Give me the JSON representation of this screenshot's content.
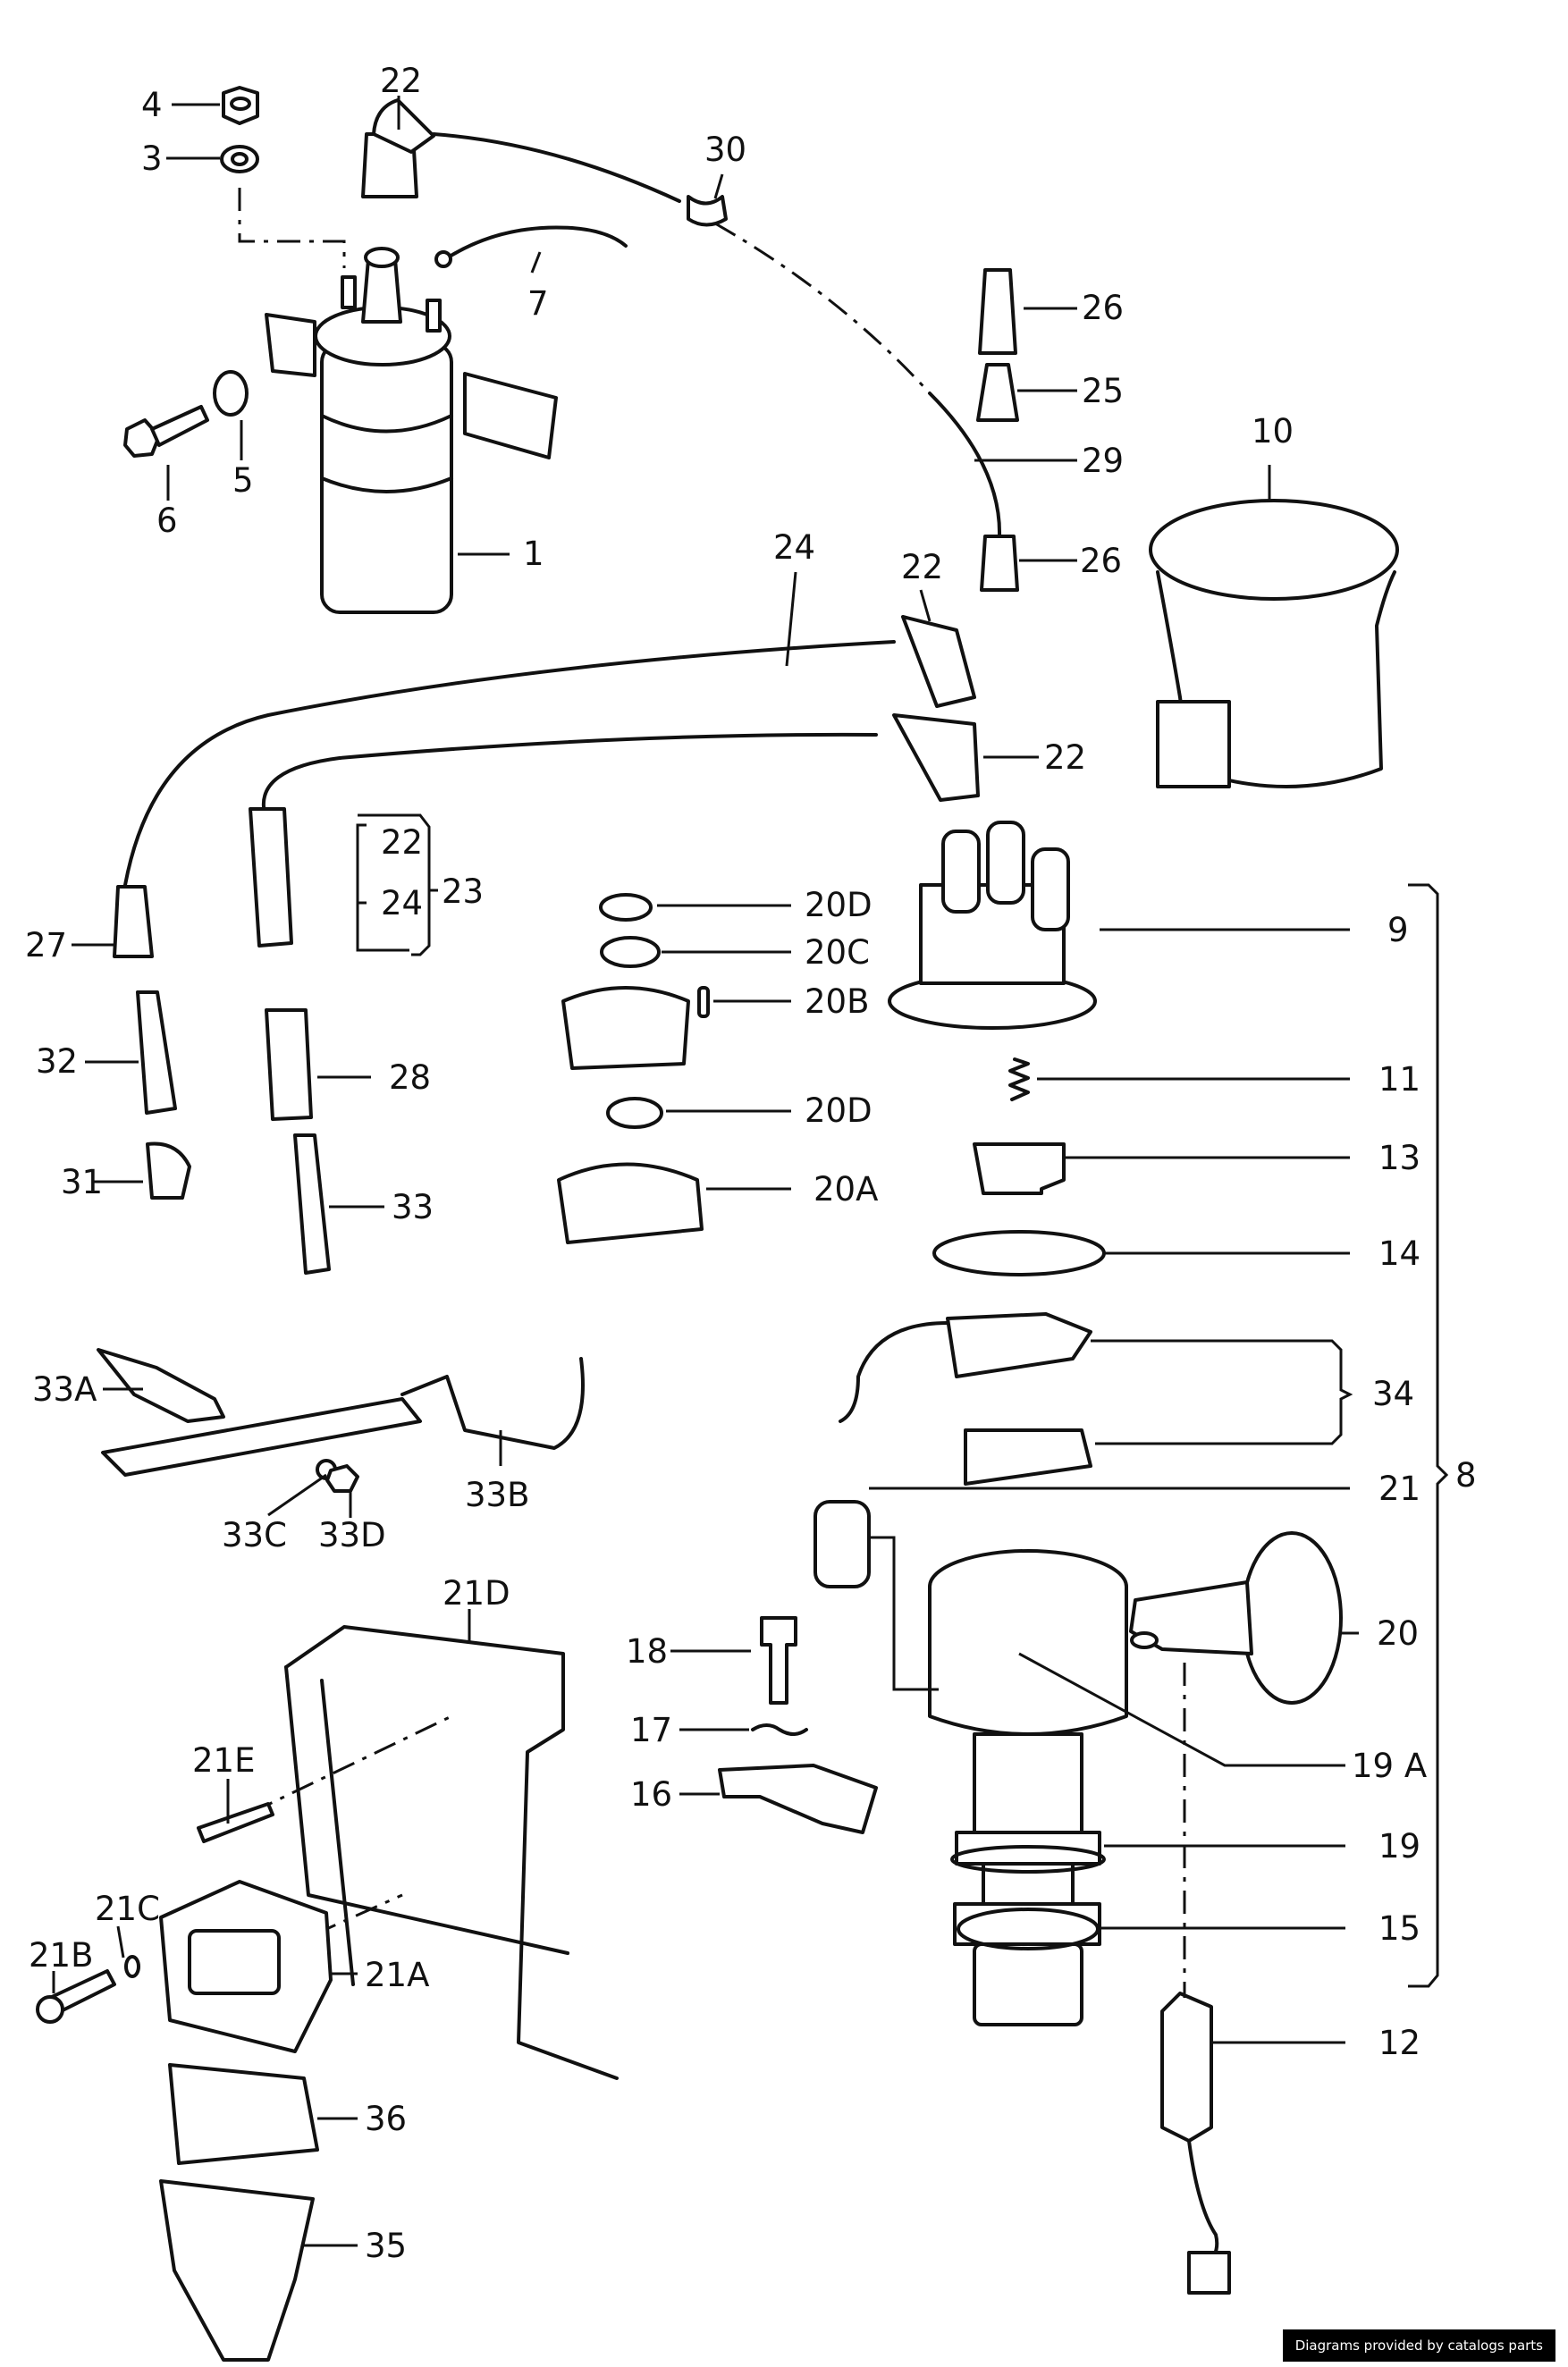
{
  "diagram": {
    "labels": {
      "l1": "1",
      "l3": "3",
      "l4": "4",
      "l5": "5",
      "l6": "6",
      "l7": "7",
      "l8": "8",
      "l9": "9",
      "l10": "10",
      "l11": "11",
      "l12": "12",
      "l13": "13",
      "l14": "14",
      "l15": "15",
      "l16": "16",
      "l17": "17",
      "l18": "18",
      "l19": "19",
      "l19A": "19 A",
      "l20": "20",
      "l20A": "20A",
      "l20B": "20B",
      "l20C": "20C",
      "l20D_1": "20D",
      "l20D_2": "20D",
      "l21": "21",
      "l21A": "21A",
      "l21B": "21B",
      "l21C": "21C",
      "l21D": "21D",
      "l21E": "21E",
      "l22_top": "22",
      "l22_mid": "22",
      "l22_right": "22",
      "l22_bracket": "22",
      "l23": "23",
      "l24_top": "24",
      "l24_bracket": "24",
      "l25": "25",
      "l26_top": "26",
      "l26_bot": "26",
      "l27": "27",
      "l28": "28",
      "l29": "29",
      "l30": "30",
      "l31": "31",
      "l32": "32",
      "l33": "33",
      "l33A": "33A",
      "l33B": "33B",
      "l33C": "33C",
      "l33D": "33D",
      "l34": "34",
      "l35": "35",
      "l36": "36"
    }
  },
  "footer": {
    "text": "Diagrams provided by catalogs parts"
  }
}
